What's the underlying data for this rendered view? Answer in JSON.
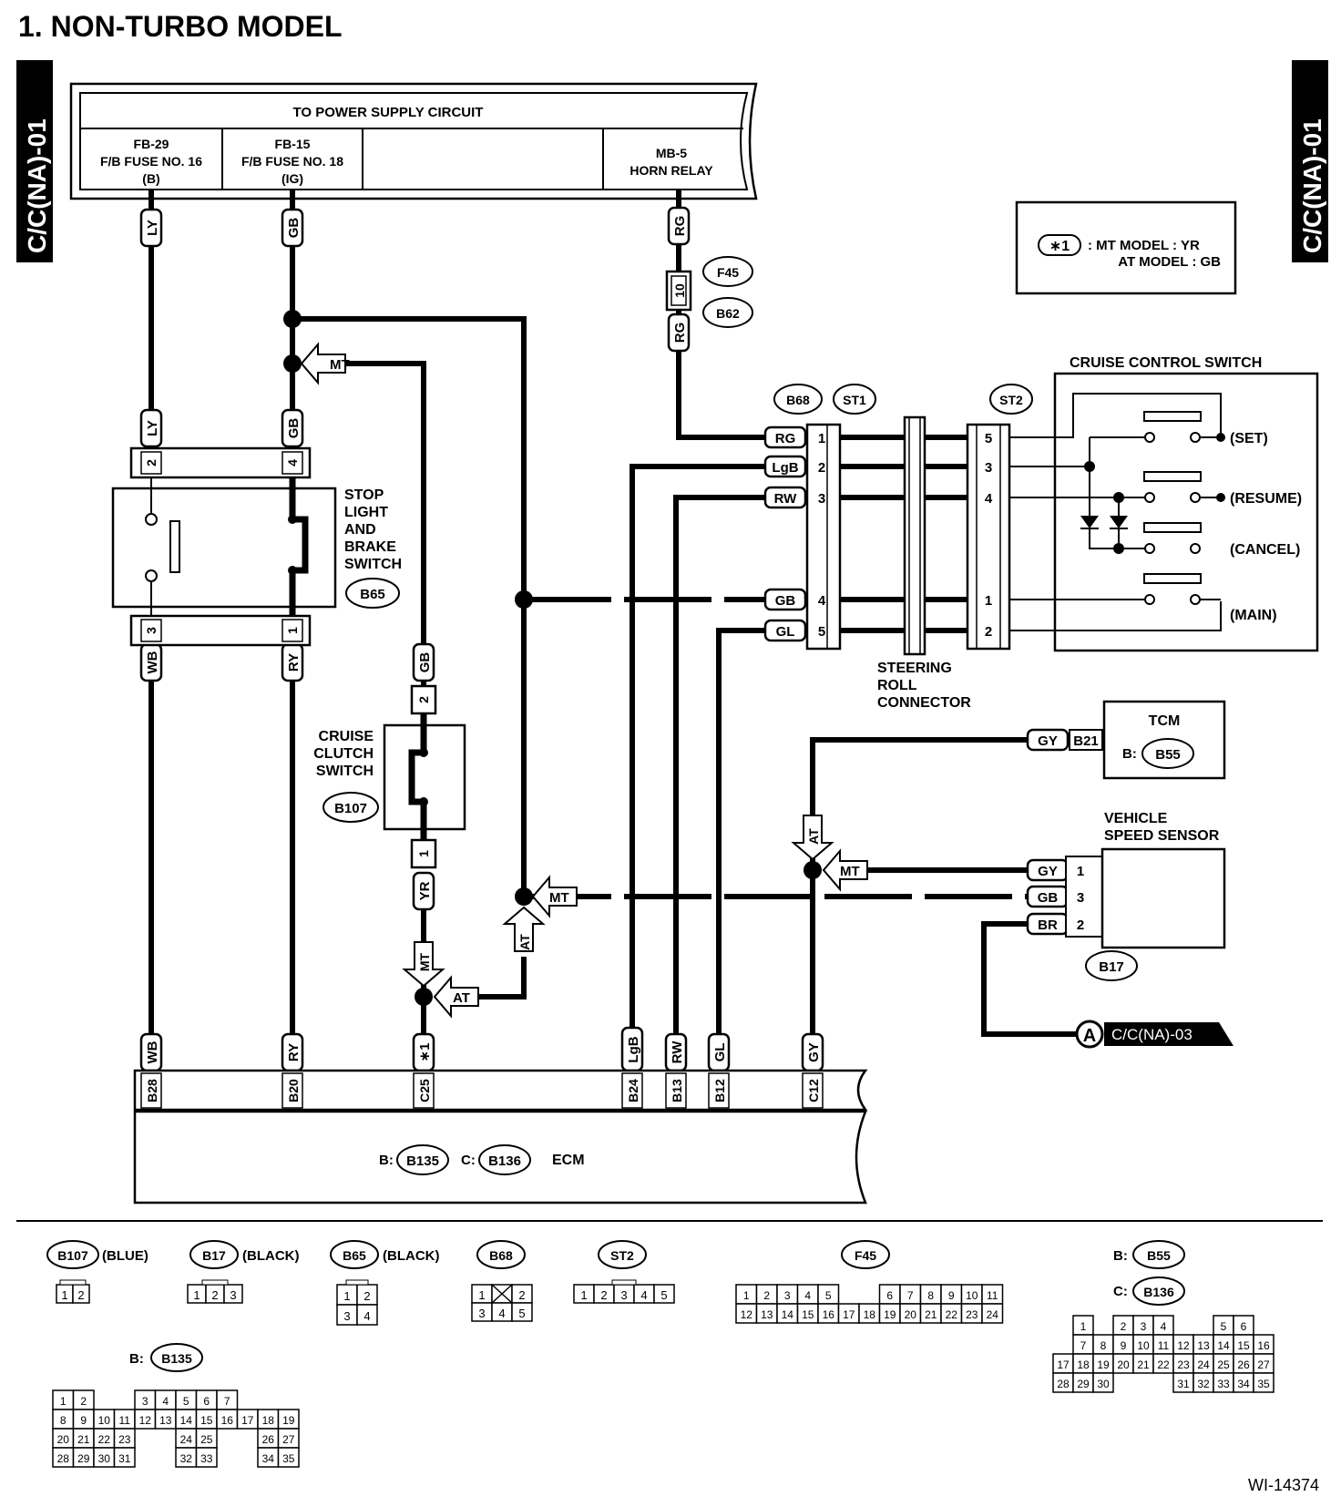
{
  "title": "1.  NON-TURBO MODEL",
  "side_tag": "C/C(NA)-01",
  "figure_id": "WI-14374",
  "power_supply": {
    "header": "TO POWER SUPPLY CIRCUIT",
    "cols": [
      {
        "l1": "FB-29",
        "l2": "F/B FUSE NO. 16",
        "l3": "(B)"
      },
      {
        "l1": "FB-15",
        "l2": "F/B FUSE NO. 18",
        "l3": "(IG)"
      },
      {
        "l1": "MB-5",
        "l2": "HORN RELAY",
        "l3": ""
      }
    ]
  },
  "note": {
    "mark": "∗1",
    "l1": ": MT MODEL : YR",
    "l2": "AT MODEL  : GB"
  },
  "components": {
    "stop_light": {
      "lines": [
        "STOP",
        "LIGHT",
        "AND",
        "BRAKE",
        "SWITCH"
      ],
      "ref": "B65"
    },
    "cruise_clutch": {
      "lines": [
        "CRUISE",
        "CLUTCH",
        "SWITCH"
      ],
      "ref": "B107"
    },
    "cruise_switch": {
      "title": "CRUISE CONTROL SWITCH",
      "positions": [
        "(SET)",
        "(RESUME)",
        "(CANCEL)",
        "(MAIN)"
      ]
    },
    "roll_connector": {
      "lines": [
        "STEERING",
        "ROLL",
        "CONNECTOR"
      ]
    },
    "tcm": {
      "title": "TCM",
      "prefix": "B:",
      "ref": "B55",
      "pin": "B21"
    },
    "vss": {
      "l1": "VEHICLE",
      "l2": "SPEED SENSOR",
      "ref": "B17"
    },
    "ecm": {
      "label": "ECM",
      "b_prefix": "B:",
      "b_ref": "B135",
      "c_prefix": "C:",
      "c_ref": "B136"
    },
    "fuse": {
      "ref": "F45",
      "value": "10",
      "conn": "B62"
    },
    "b68": "B68",
    "st1": "ST1",
    "st2": "ST2",
    "offpage": {
      "letter": "A",
      "text": "C/C(NA)-03"
    }
  },
  "wire_colors": {
    "LY": "LY",
    "GB": "GB",
    "RG": "RG",
    "WB": "WB",
    "RY": "RY",
    "YR": "YR",
    "LgB": "LgB",
    "RW": "RW",
    "GL": "GL",
    "GY": "GY",
    "BR": "BR",
    "star1": "∗1"
  },
  "pins": {
    "p1": "1",
    "p2": "2",
    "p3": "3",
    "p4": "4",
    "p5": "5"
  },
  "ecm_pins": [
    "B28",
    "B20",
    "C25",
    "B24",
    "B13",
    "B12",
    "C12"
  ],
  "arrows": {
    "MT": "MT",
    "AT": "AT"
  },
  "legend": {
    "b107": {
      "ref": "B107",
      "color": "(BLUE)"
    },
    "b17": {
      "ref": "B17",
      "color": "(BLACK)"
    },
    "b65": {
      "ref": "B65",
      "color": "(BLACK)"
    },
    "b68": {
      "ref": "B68"
    },
    "st2": {
      "ref": "ST2"
    },
    "f45": {
      "ref": "F45"
    },
    "b55": {
      "prefix": "B:",
      "ref": "B55"
    },
    "b136": {
      "prefix": "C:",
      "ref": "B136"
    },
    "b135": {
      "prefix": "B:",
      "ref": "B135"
    }
  }
}
